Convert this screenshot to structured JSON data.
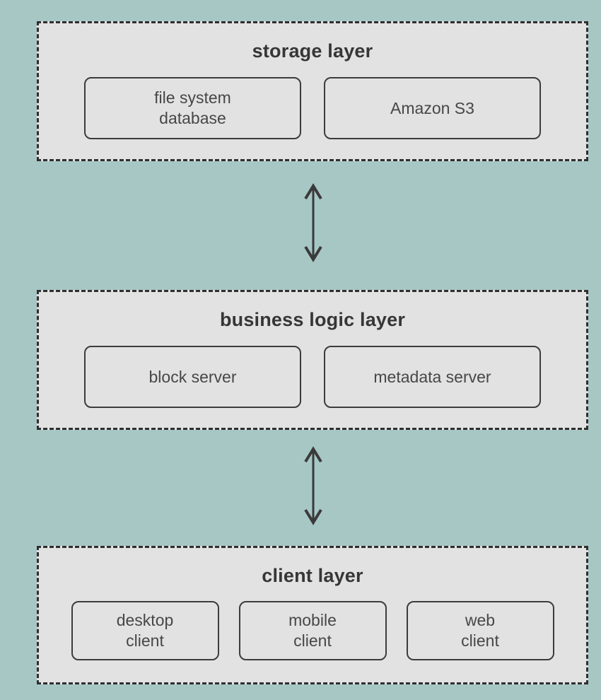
{
  "diagram": {
    "type": "layered-architecture",
    "background_color": "#a7c7c5",
    "panel_fill": "#e2e2e2",
    "panel_border_color": "#2f2f2f",
    "node_border_color": "#3c3c3c",
    "title_color": "#363636",
    "label_color": "#474747",
    "arrow_color": "#3a3a3a"
  },
  "layers": [
    {
      "title": "storage layer",
      "boxes": [
        {
          "label": "file system\ndatabase"
        },
        {
          "label": "Amazon S3"
        }
      ]
    },
    {
      "title": "business logic layer",
      "boxes": [
        {
          "label": "block server"
        },
        {
          "label": "metadata server"
        }
      ]
    },
    {
      "title": "client layer",
      "boxes": [
        {
          "label": "desktop\nclient"
        },
        {
          "label": "mobile\nclient"
        },
        {
          "label": "web\nclient"
        }
      ]
    }
  ],
  "arrows": [
    {
      "name": "storage-business-link",
      "style": "double-headed-vertical"
    },
    {
      "name": "business-client-link",
      "style": "double-headed-vertical"
    }
  ]
}
